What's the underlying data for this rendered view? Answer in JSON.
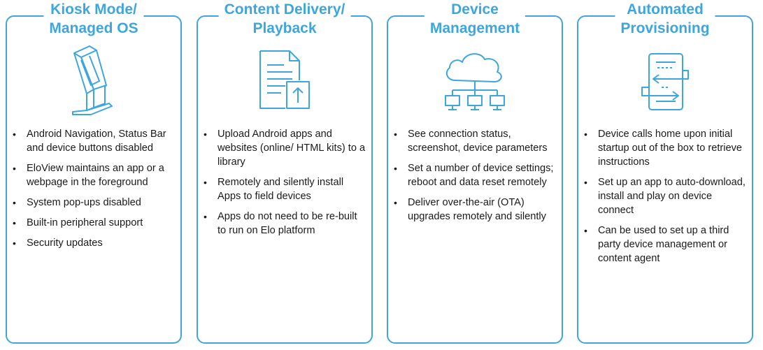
{
  "colors": {
    "accent": "#3fa6dd",
    "text": "#1a1a1a"
  },
  "columns": [
    {
      "title_lines": [
        "Kiosk Mode/",
        "Managed OS"
      ],
      "icon": "kiosk-icon",
      "bullets": [
        "Android Navigation, Status Bar and device buttons disabled",
        "EloView maintains an app or a webpage in the foreground",
        "System pop-ups disabled",
        "Built-in peripheral support",
        "Security updates"
      ]
    },
    {
      "title_lines": [
        "Content Delivery/",
        "Playback"
      ],
      "icon": "document-upload-icon",
      "bullets": [
        "Upload Android apps and websites (online/ HTML kits) to a library",
        "Remotely and silently install Apps to field devices",
        "Apps do not need to be re-built to run on Elo platform"
      ]
    },
    {
      "title_lines": [
        "Device",
        "Management"
      ],
      "icon": "cloud-network-icon",
      "bullets": [
        "See connection status, screenshot, device parameters",
        "Set a number of device settings; reboot and data reset remotely",
        "Deliver over-the-air (OTA) upgrades remotely and silently"
      ]
    },
    {
      "title_lines": [
        "Automated",
        "Provisioning"
      ],
      "icon": "provisioning-icon",
      "bullets": [
        "Device calls home upon initial startup out of the box to retrieve instructions",
        "Set up an app to auto-download, install and play on device connect",
        "Can be used to set up a third party device management or content agent"
      ]
    }
  ]
}
